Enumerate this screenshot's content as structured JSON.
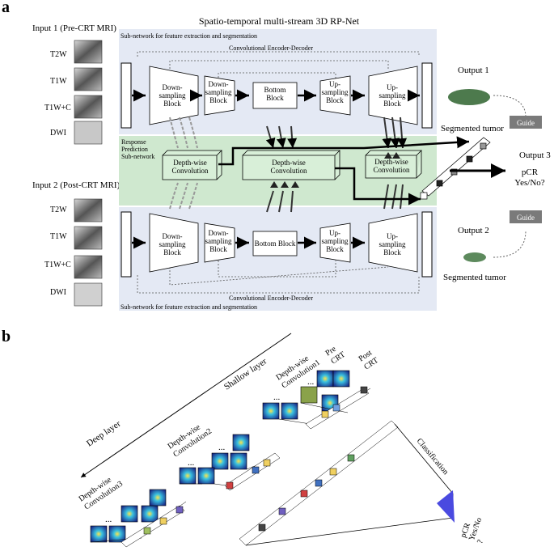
{
  "panel_a": {
    "letter": "a",
    "title": "Spatio-temporal multi-stream 3D RP-Net",
    "input1": "Input 1 (Pre-CRT MRI)",
    "input2": "Input 2 (Post-CRT MRI)",
    "modalities": [
      "T2W",
      "T1W",
      "T1W+C",
      "DWI"
    ],
    "subnet_label": "Sub-network for feature extraction and segmentation",
    "encdec_label": "Convolutional  Encoder-Decoder",
    "down_block": [
      "Down-",
      "sampling",
      "Block"
    ],
    "down_block_small": [
      "Down-",
      "sampling",
      "Block"
    ],
    "bottom_block_top": [
      "Bottom",
      "Block"
    ],
    "bottom_block_bottom": "Bottom  Block",
    "up_block_small": [
      "Up-",
      "sampling",
      "Block"
    ],
    "up_block": [
      "Up-",
      "sampling",
      "Block"
    ],
    "response_label": [
      "Response",
      "Prediction",
      "Sub-network"
    ],
    "dw_conv": [
      "Depth-wise",
      "Convolution"
    ],
    "output1": "Output 1",
    "output2": "Output 2",
    "output3": "Output 3",
    "segmented": "Segmented tumor",
    "guide": "Guide",
    "pcr": [
      "pCR",
      "Yes/No?"
    ]
  },
  "panel_b": {
    "letter": "b",
    "shallow": "Shallow layer",
    "deep": "Deep layer",
    "dw1": [
      "Depth-wise",
      "Convolution1"
    ],
    "dw2": [
      "Depth-wise",
      "Convolution2"
    ],
    "dw3": [
      "Depth-wise",
      "Convolution3"
    ],
    "pre": [
      "Pre",
      "CRT"
    ],
    "post": [
      "Post",
      "CRT"
    ],
    "classification": "Classification",
    "pcr": [
      "pCR",
      "Yes/No",
      "?"
    ],
    "ellipsis": "..."
  },
  "colors": {
    "subnet_bg": "#e4e9f4",
    "response_bg": "#cfe8cf",
    "guide_bg": "#7a7a7a",
    "tumor_green": "#4d7a4d",
    "classify_blue": "#4a4ae0"
  }
}
